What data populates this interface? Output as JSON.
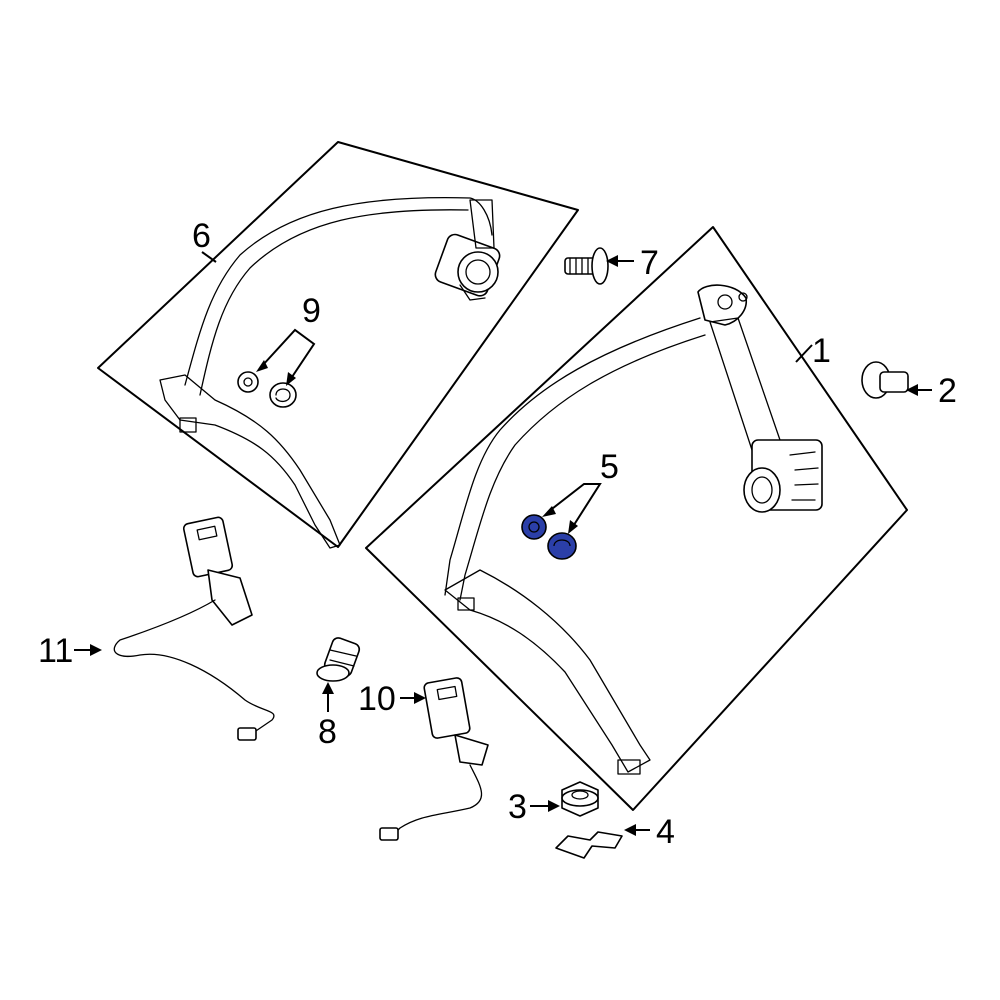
{
  "highlight_color": "#2b3fa8",
  "callouts": [
    {
      "id": "1",
      "label": "1"
    },
    {
      "id": "2",
      "label": "2"
    },
    {
      "id": "3",
      "label": "3"
    },
    {
      "id": "4",
      "label": "4"
    },
    {
      "id": "5",
      "label": "5"
    },
    {
      "id": "6",
      "label": "6"
    },
    {
      "id": "7",
      "label": "7"
    },
    {
      "id": "8",
      "label": "8"
    },
    {
      "id": "9",
      "label": "9"
    },
    {
      "id": "10",
      "label": "10"
    },
    {
      "id": "11",
      "label": "11"
    }
  ]
}
